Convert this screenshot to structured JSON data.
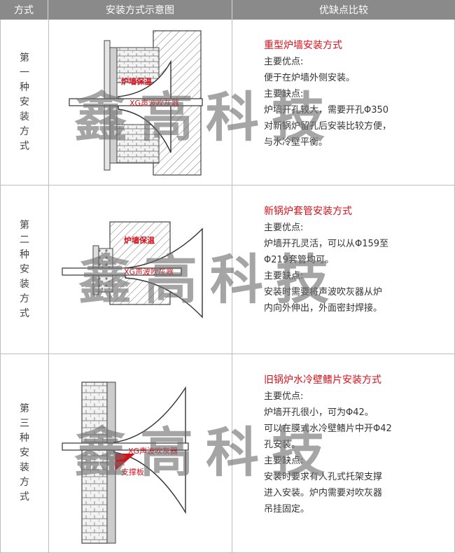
{
  "header": {
    "col1": "方式",
    "col2": "安装方式示意图",
    "col3": "优缺点比较"
  },
  "rows": [
    {
      "method": "第一种安装方式",
      "title": "重型炉墙安装方式",
      "lines": [
        "主要优点:",
        "便于在炉墙外侧安装。",
        "主要缺点:",
        "炉墙开孔较大，需要开孔Φ350",
        "对新锅炉留孔后安装比较方便，",
        "与水冷壁平衡。"
      ],
      "labels": {
        "wall": "炉墙保温",
        "device": "XG声波吹灰器"
      }
    },
    {
      "method": "第二种安装方式",
      "title": "新锅炉套管安装方式",
      "lines": [
        "主要优点:",
        "炉墙开孔灵活，可以从Φ159至",
        "Φ219套管均可。",
        "主要缺点:",
        "安装时需要将声波吹灰器从炉",
        "内向外伸出，外面密封焊接。"
      ],
      "labels": {
        "wall": "炉墙保温",
        "device": "XG声波吹灰器"
      }
    },
    {
      "method": "第三种安装方式",
      "title": "旧锅炉水冷壁鳍片安装方式",
      "lines": [
        "主要优点:",
        "炉墙开孔很小，可为Φ42。",
        "可以在膜式水冷壁鳍片中开Φ42",
        "孔安装。",
        "主要缺点:",
        "安装时要求有人孔式托架支撑",
        "进入安装。炉内需要对吹灰器",
        "吊挂固定。"
      ],
      "labels": {
        "device": "XG声波吹灰器",
        "support": "支撑板"
      }
    }
  ],
  "watermark": "鑫高科技",
  "colors": {
    "header_bg": "#8a8a8a",
    "title_red": "#d4121c",
    "border": "#bdbdbd"
  }
}
